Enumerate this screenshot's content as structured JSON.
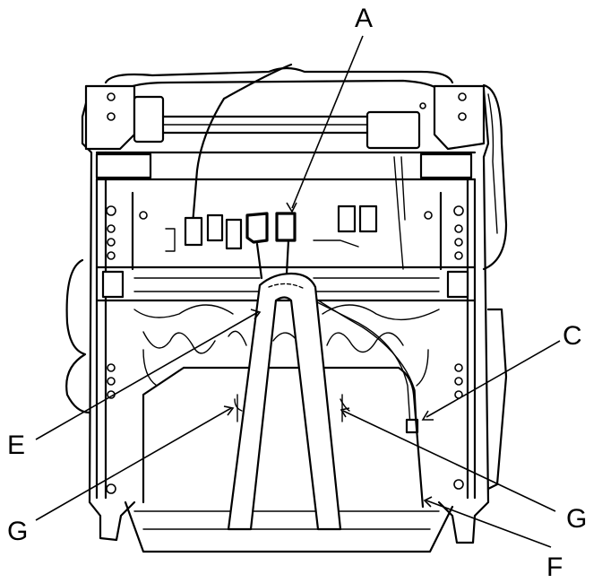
{
  "callouts": {
    "a": "A",
    "c": "C",
    "e": "E",
    "f": "F",
    "g_left": "G",
    "g_right": "G"
  }
}
